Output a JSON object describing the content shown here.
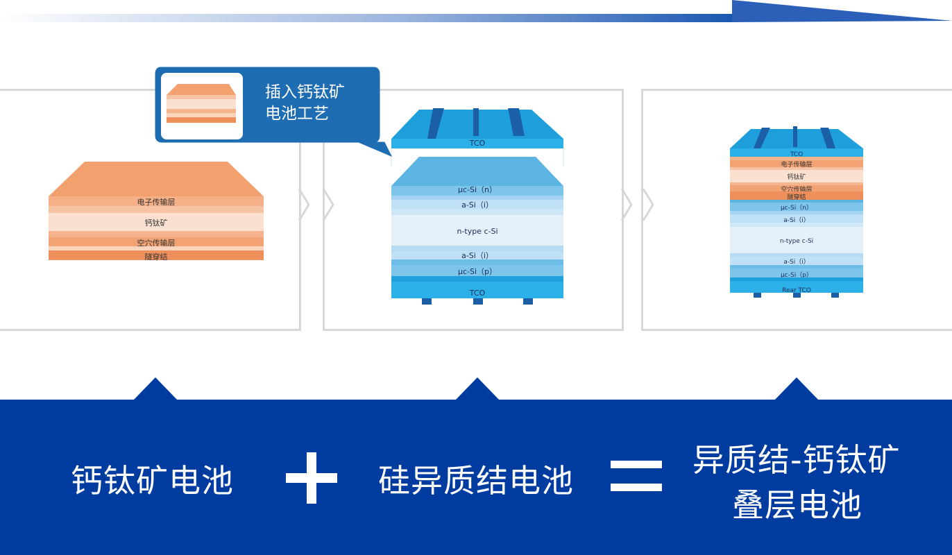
{
  "colors": {
    "blue_dark": "#003b9f",
    "blue_mid": "#1f6fb4",
    "tco_blue": "#2aa7e0",
    "perovskite_orange": "#f0a06d",
    "border_gray": "#d7d7d7"
  },
  "callout": {
    "line1": "插入钙钛矿",
    "line2": "电池工艺"
  },
  "perovskite_stack": {
    "layers": [
      "电子传输层",
      "钙钛矿",
      "空穴传输层",
      "隧穿结"
    ]
  },
  "hjt_stack": {
    "layers": [
      "TCO",
      "μc-Si（n）",
      "a-Si（i）",
      "n-type c-Si",
      "a-Si（i）",
      "μc-Si（p）",
      "TCO"
    ]
  },
  "tandem_stack": {
    "layers": [
      "TCO",
      "电子传输层",
      "钙钛矿",
      "空穴传输层",
      "隧穿结",
      "μc-Si（n）",
      "a-Si（i）",
      "n-type c-Si",
      "a-Si（i）",
      "μc-Si（p）",
      "Rear TCO"
    ]
  },
  "equation": {
    "term1": "钙钛矿电池",
    "term2": "硅异质结电池",
    "result_line1": "异质结-钙钛矿",
    "result_line2": "叠层电池"
  }
}
